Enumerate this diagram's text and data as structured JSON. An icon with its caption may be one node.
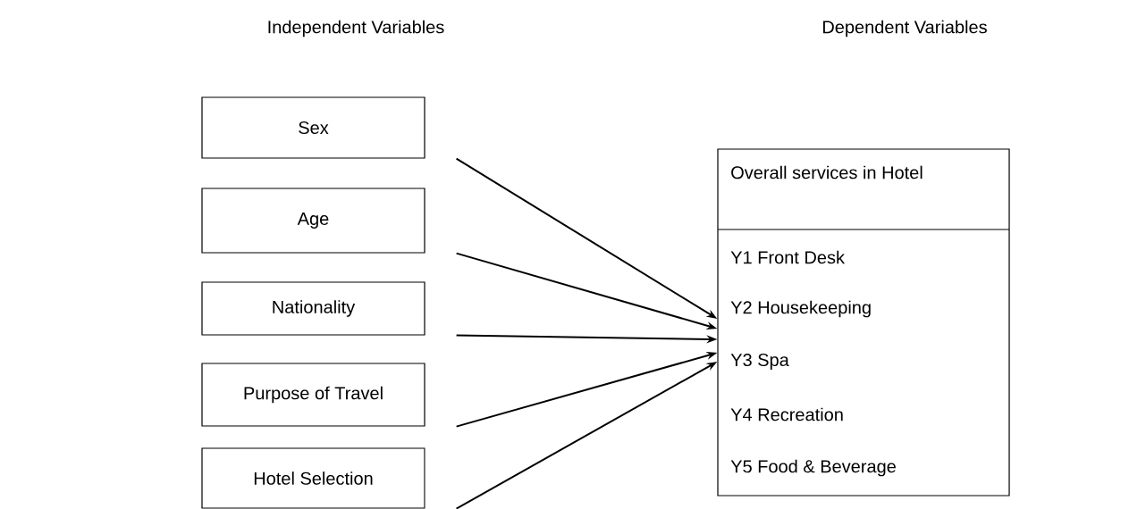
{
  "diagram": {
    "nodes": [
      {
        "text": [
          "Sex"
        ]
      },
      {
        "text": [
          "Age"
        ]
      },
      {
        "text": [
          "Nationality"
        ]
      },
      {
        "text": [
          "Purpose of Travel"
        ]
      },
      {
        "text": [
          "Hotel Selection"
        ]
      },
      {
        "text": [
          "Overall services in Hotel",
          "Y1 Front Desk",
          "Y2 Housekeeping",
          "Y3 Spa",
          "Y4 Recreation",
          "Y5 Food & Beverage"
        ]
      }
    ],
    "edges": [
      {
        "from": 0,
        "to": 5,
        "arrow": "to"
      },
      {
        "from": 1,
        "to": 5,
        "arrow": "to"
      },
      {
        "from": 2,
        "to": 5,
        "arrow": "to"
      },
      {
        "from": 3,
        "to": 5,
        "arrow": "to"
      },
      {
        "from": 4,
        "to": 5,
        "arrow": "to"
      }
    ],
    "labels": [
      "Independent Variables",
      "Dependent Variables"
    ]
  }
}
